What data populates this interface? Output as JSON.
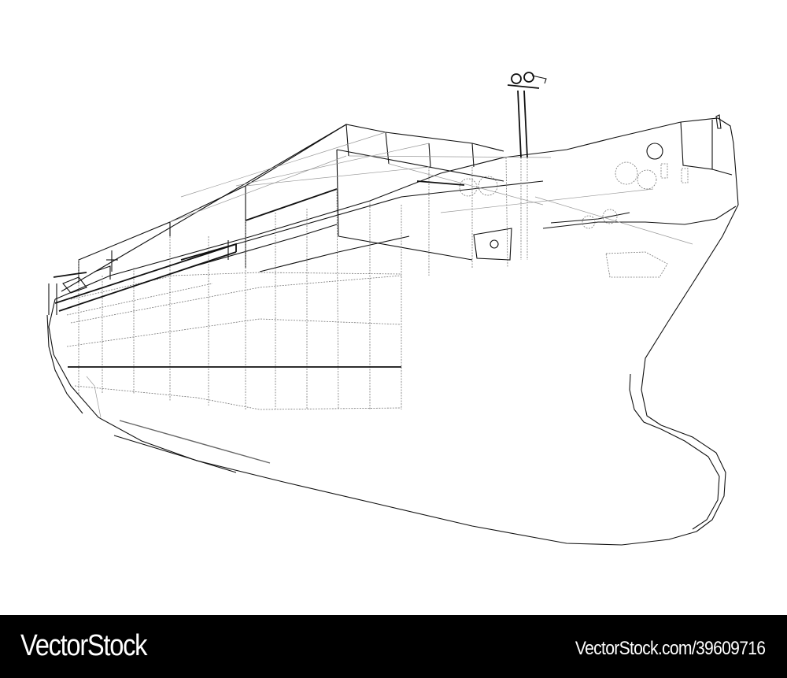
{
  "image": {
    "subject": "Wireframe line drawing of a container ship (bow view, perspective)",
    "background_color": "#ffffff",
    "line_color": "#111111"
  },
  "footer": {
    "brand": "VectorStock",
    "reference": "VectorStock.com/39609716",
    "background_color": "#000000",
    "text_color": "#ffffff"
  }
}
